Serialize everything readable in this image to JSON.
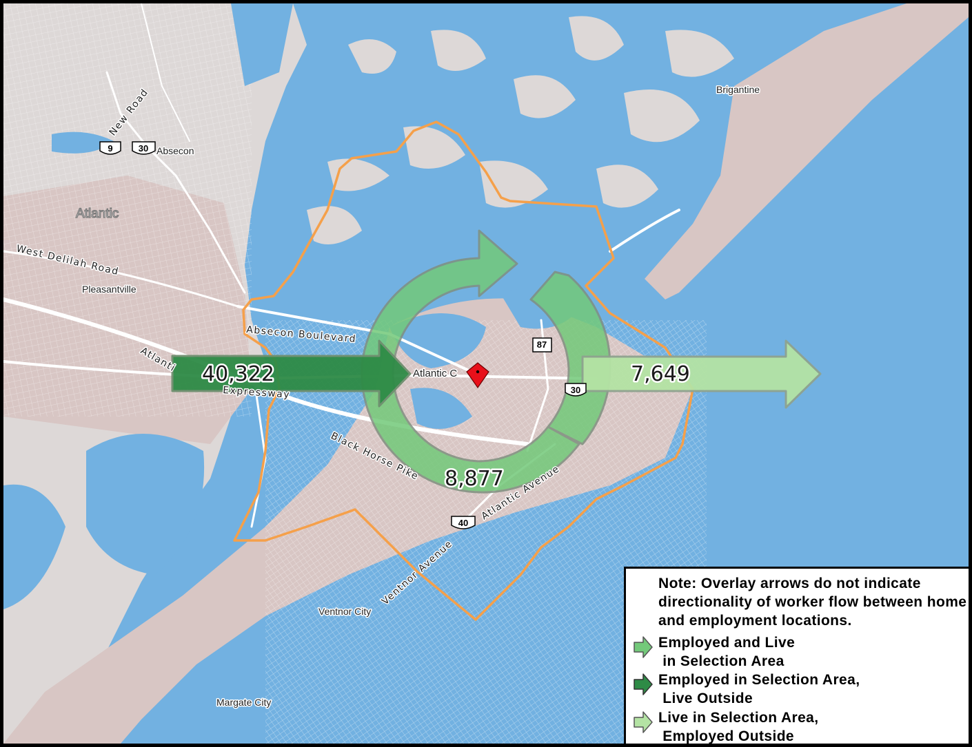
{
  "map": {
    "places": {
      "absecon": "Absecon",
      "atlantic": "Atlantic",
      "pleasantville": "Pleasantville",
      "brigantine": "Brigantine",
      "atlantic_city": "Atlantic C",
      "ventnor_city": "Ventnor City",
      "margate_city": "Margate City"
    },
    "roads": {
      "new_road": "New Road",
      "west_delilah_road": "West Delilah Road",
      "absecon_boulevard": "Absecon Boulevard",
      "atlantic_city_expressway_a": "Atlanti",
      "atlantic_city_expressway_b": "Expressway",
      "black_horse_pike": "Black Horse Pike",
      "atlantic_avenue": "Atlantic Avenue",
      "ventnor_avenue": "Ventnor Avenue"
    },
    "shields": {
      "us9": "9",
      "us30": "30",
      "route87": "87",
      "us40": "40",
      "us30_east": "30"
    }
  },
  "flows": {
    "employed_and_live_inside": "8,877",
    "employed_inside_live_outside": "40,322",
    "live_inside_employed_outside": "7,649"
  },
  "colors": {
    "water": "#72b1e1",
    "land": "#ddd8d7",
    "urban": "#d8c6c4",
    "selection_outline": "#f5a04a",
    "employed_and_live": "#73c97a",
    "employed_outside_live": "#2e8b46",
    "live_outside_employed": "#b4e3a4",
    "marker": "#e8101a"
  },
  "legend": {
    "note": "Note: Overlay arrows do not indicate directionality of worker flow between home and employment locations.",
    "items": [
      {
        "icon": "light-green-arrow-icon",
        "label": "Employed and Live\n in Selection Area"
      },
      {
        "icon": "dark-green-arrow-icon",
        "label": "Employed in Selection Area,\n Live Outside"
      },
      {
        "icon": "pale-green-arrow-icon",
        "label": "Live in Selection Area,\n Employed Outside"
      }
    ]
  }
}
